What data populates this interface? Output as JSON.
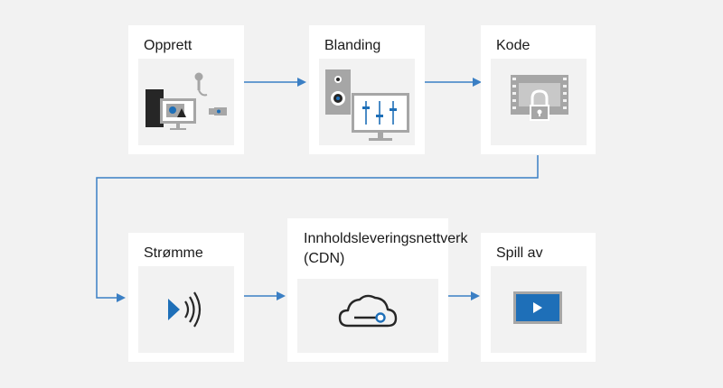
{
  "steps": {
    "create": {
      "label": "Opprett",
      "icon": "create-computer-mic-camera-icon"
    },
    "mix": {
      "label": "Blanding",
      "icon": "mixer-speaker-monitor-icon"
    },
    "encode": {
      "label": "Kode",
      "icon": "film-lock-icon"
    },
    "stream": {
      "label": "Strømme",
      "icon": "play-signal-icon"
    },
    "cdn": {
      "label_line1": "Innholdsleveringsnettverk",
      "label_line2": "(CDN)",
      "icon": "cloud-icon"
    },
    "play": {
      "label": "Spill av",
      "icon": "video-player-icon"
    }
  },
  "colors": {
    "arrow": "#3b7fc4",
    "icon_blue": "#1e6fb8",
    "icon_gray": "#a6a6a6",
    "icon_dark": "#262626",
    "card": "#ffffff",
    "icon_bg": "#f2f2f2",
    "page_bg": "#f2f2f2"
  }
}
